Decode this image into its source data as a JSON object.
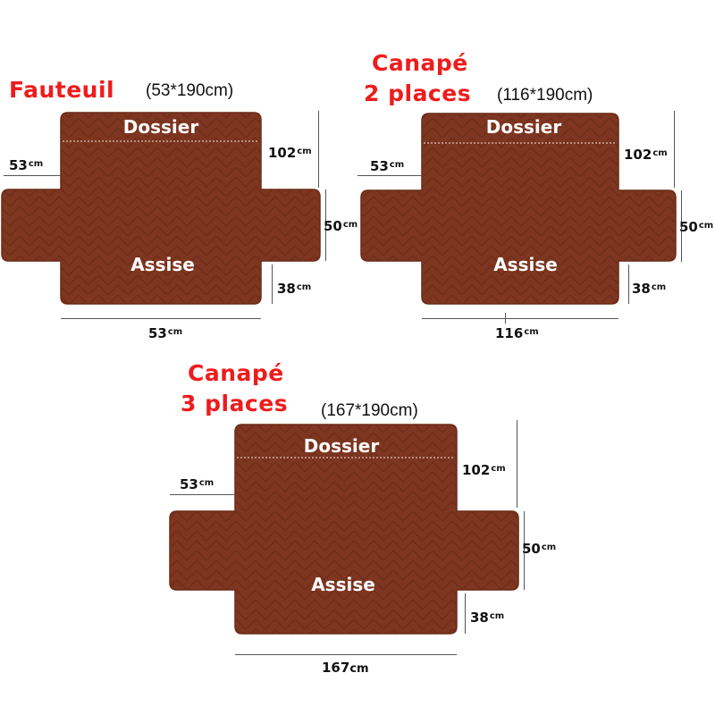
{
  "colors": {
    "cover_fill": "#7e3620",
    "cover_stroke": "#6a2a16",
    "title_red": "#ee1c1c",
    "stitch": "#d9c4b8"
  },
  "covers": [
    {
      "title_lines": [
        "Fauteuil"
      ],
      "size": "(53*190cm)",
      "back_label": "Dossier",
      "seat_label": "Assise",
      "arm_width": {
        "value": "53",
        "unit": "cm"
      },
      "back_height": {
        "value": "102",
        "unit": "cm"
      },
      "arm_length": {
        "value": "50",
        "unit": "cm"
      },
      "front_drop": {
        "value": "38",
        "unit": "cm"
      },
      "seat_width": {
        "value": "53",
        "unit": "cm"
      }
    },
    {
      "title_lines": [
        "Canapé",
        "2 places"
      ],
      "size": "(116*190cm)",
      "back_label": "Dossier",
      "seat_label": "Assise",
      "arm_width": {
        "value": "53",
        "unit": "cm"
      },
      "back_height": {
        "value": "102",
        "unit": "cm"
      },
      "arm_length": {
        "value": "50",
        "unit": "cm"
      },
      "front_drop": {
        "value": "38",
        "unit": "cm"
      },
      "seat_width": {
        "value": "116",
        "unit": "cm"
      }
    },
    {
      "title_lines": [
        "Canapé",
        "3 places"
      ],
      "size": "(167*190cm)",
      "back_label": "Dossier",
      "seat_label": "Assise",
      "arm_width": {
        "value": "53",
        "unit": "cm"
      },
      "back_height": {
        "value": "102",
        "unit": "cm"
      },
      "arm_length": {
        "value": "50",
        "unit": "cm"
      },
      "front_drop": {
        "value": "38",
        "unit": "cm"
      },
      "seat_width": {
        "value": "167",
        "unit": "cm"
      }
    }
  ]
}
